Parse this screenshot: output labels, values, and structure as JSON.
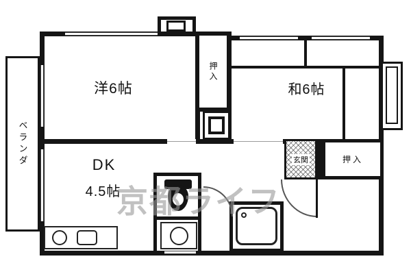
{
  "plan": {
    "watermark": "京都ライフ",
    "rooms": {
      "western": "洋6帖",
      "japanese": "和6帖",
      "dk_name": "DK",
      "dk_size": "4.5帖",
      "balcony": "ベランダ",
      "closet_top": "押入",
      "closet_right": "押入",
      "entrance": "玄関"
    },
    "colors": {
      "wall": "#151515",
      "background": "#ffffff",
      "watermark": "#999999"
    },
    "icons": [
      "bathtub-icon",
      "toilet-icon",
      "sink-icon",
      "stove-icon",
      "washing-machine-icon",
      "pipe-shaft-icon",
      "door-arc-icon"
    ]
  }
}
